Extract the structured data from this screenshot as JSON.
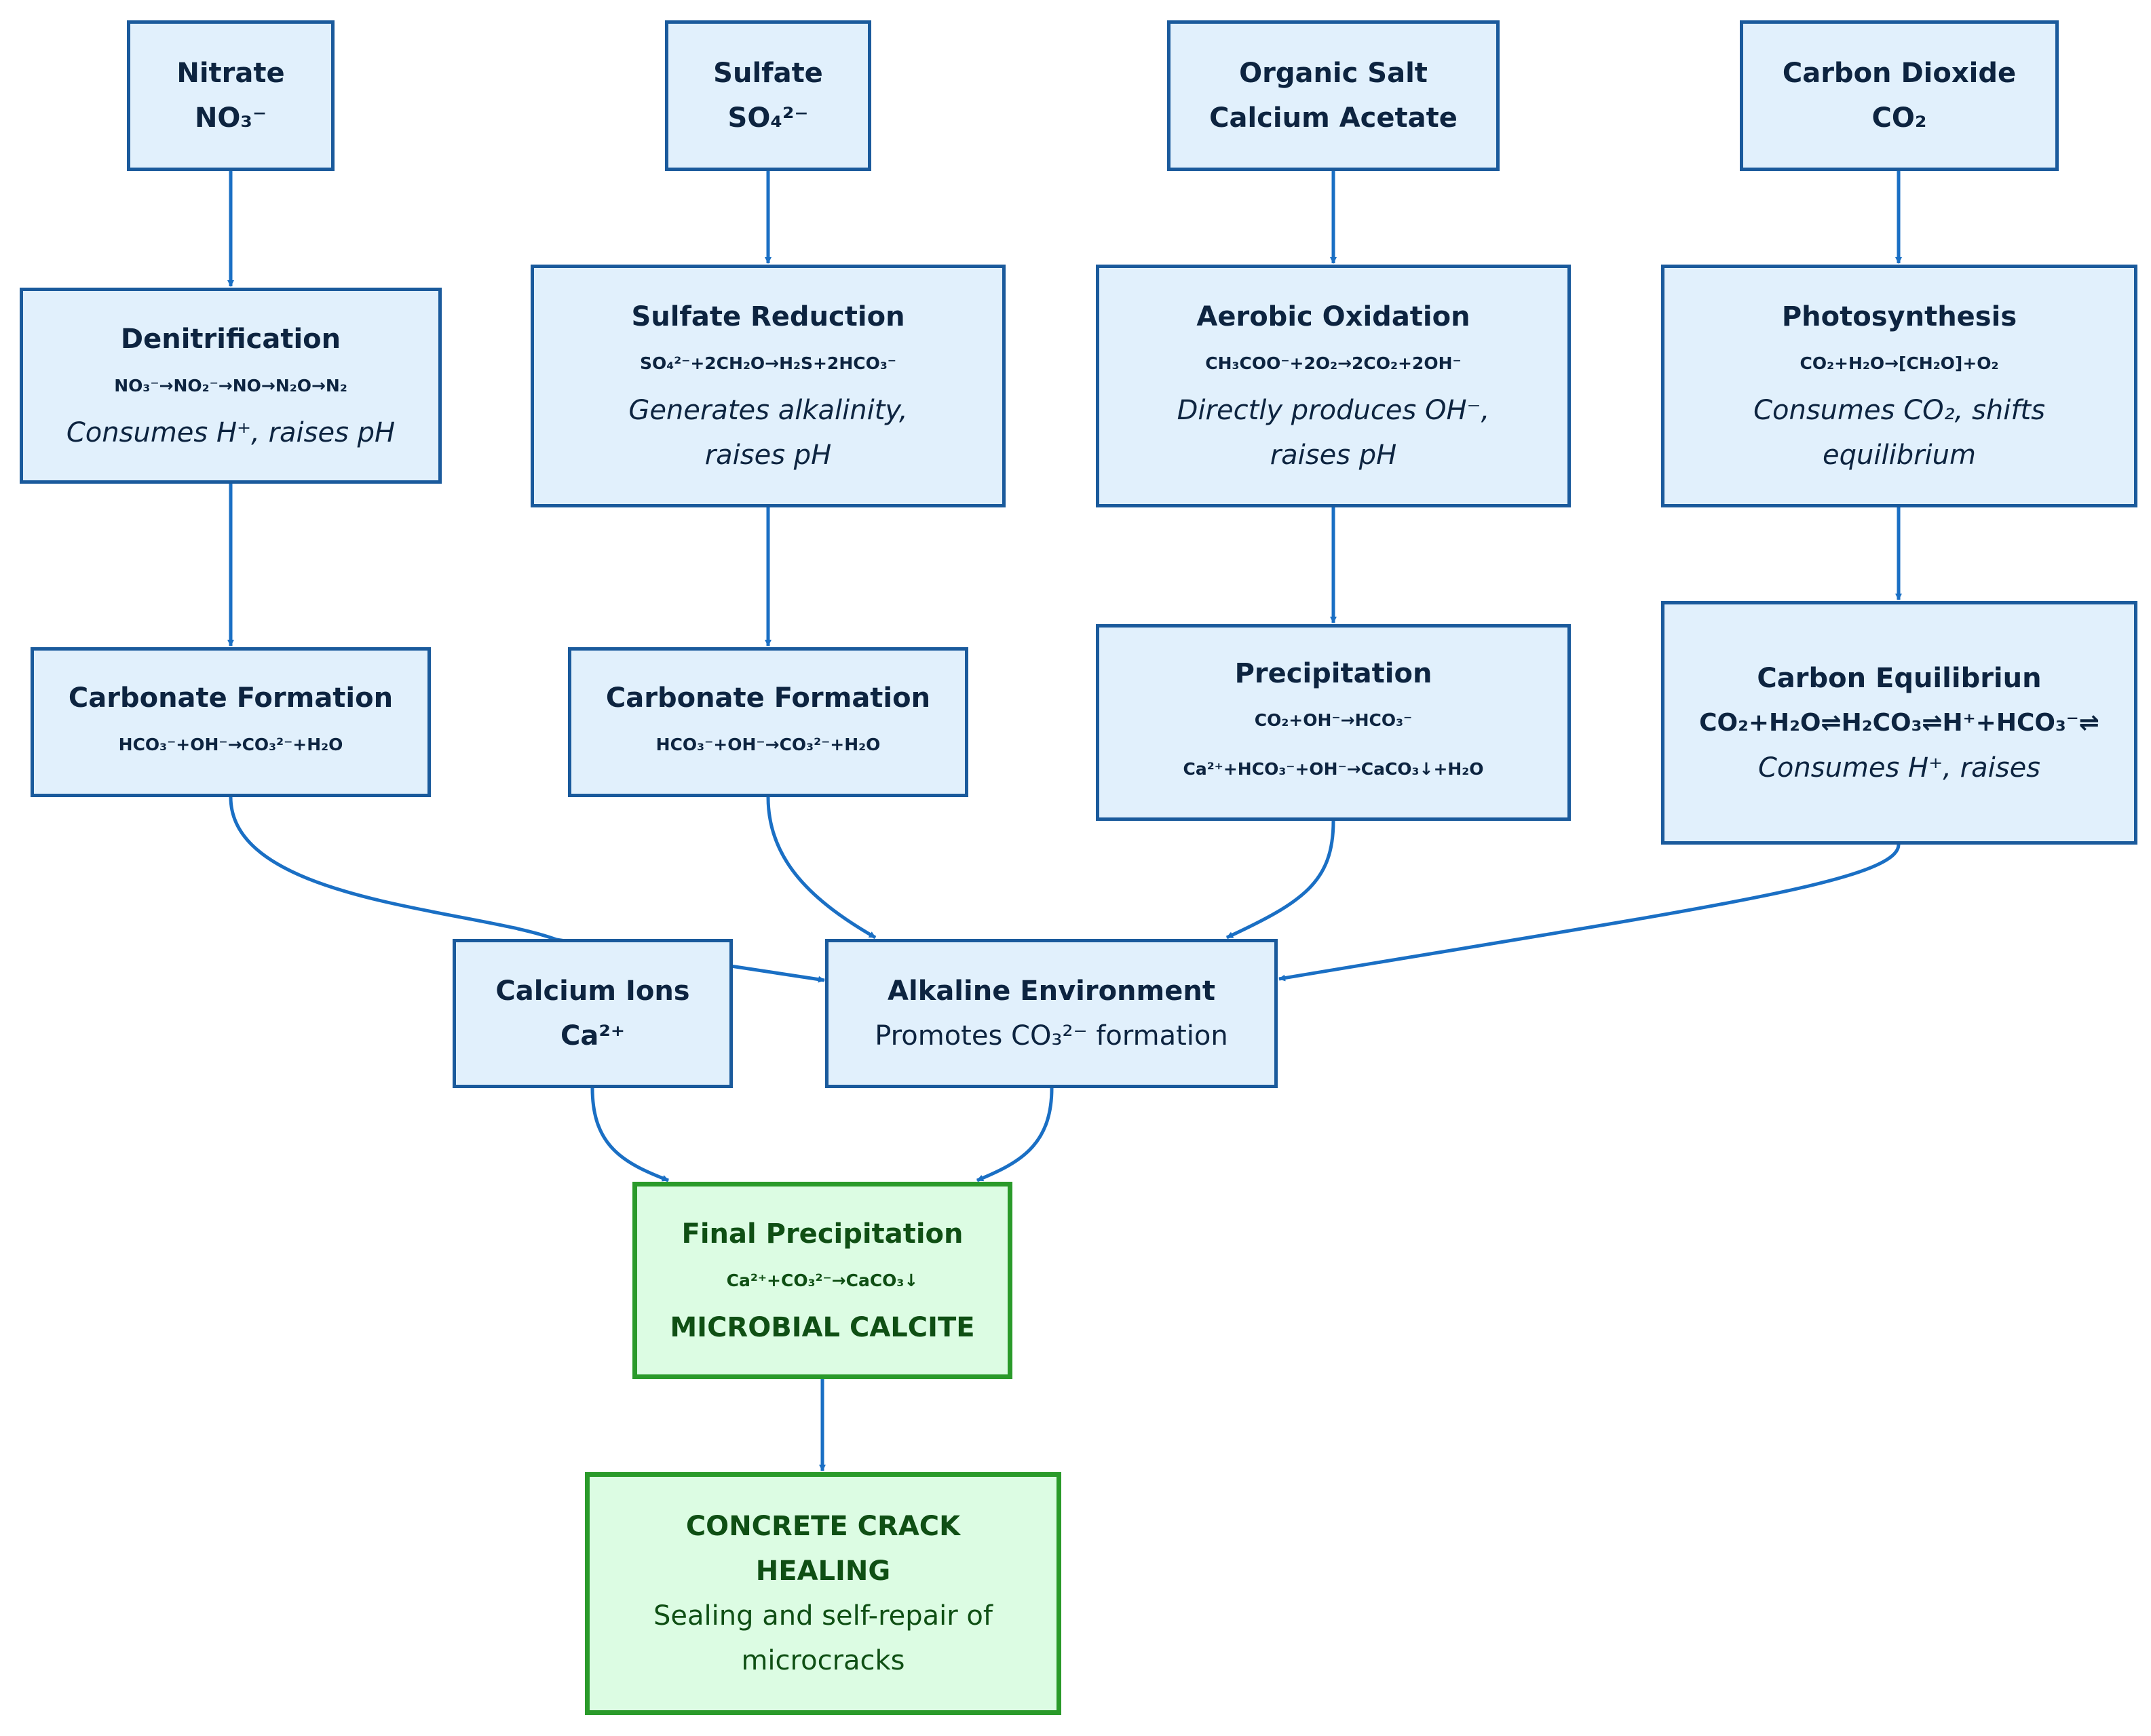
{
  "colors": {
    "edge": "#1a6fc4",
    "node_fill": "#e1f0fc",
    "node_border": "#1a5a9c",
    "final_fill": "#dcfce3",
    "final_border": "#2a9a2a",
    "final_text": "#0f4f14"
  },
  "nodes": {
    "nitrate": {
      "title": "Nitrate",
      "formula": "NO₃⁻"
    },
    "sulfate": {
      "title": "Sulfate",
      "formula": "SO₄²⁻"
    },
    "organic_salt": {
      "title": "Organic Salt",
      "subtitle": "Calcium Acetate"
    },
    "carbon_dioxide": {
      "title": "Carbon Dioxide",
      "formula": "CO₂"
    },
    "denitrification": {
      "title": "Denitrification",
      "equation": "NO₃⁻→NO₂⁻→NO→N₂O→N₂",
      "note": "Consumes H⁺, raises pH"
    },
    "sulfate_reduction": {
      "title": "Sulfate Reduction",
      "equation": "SO₄²⁻+2CH₂O→H₂S+2HCO₃⁻",
      "note_line1": "Generates alkalinity,",
      "note_line2": "raises pH"
    },
    "aerobic_oxidation": {
      "title": "Aerobic Oxidation",
      "equation": "CH₃COO⁻+2O₂→2CO₂+2OH⁻",
      "note_line1": "Directly produces OH⁻,",
      "note_line2": "raises pH"
    },
    "photosynthesis": {
      "title": "Photosynthesis",
      "equation": "CO₂+H₂O→[CH₂O]+O₂",
      "note_line1": "Consumes CO₂, shifts",
      "note_line2": "equilibrium"
    },
    "carbonate_formation_1": {
      "title": "Carbonate Formation",
      "equation": "HCO₃⁻+OH⁻→CO₃²⁻+H₂O"
    },
    "carbonate_formation_2": {
      "title": "Carbonate Formation",
      "equation": "HCO₃⁻+OH⁻→CO₃²⁻+H₂O"
    },
    "precipitation": {
      "title": "Precipitation",
      "equation_line1": "CO₂+OH⁻→HCO₃⁻",
      "equation_line2": "Ca²⁺+HCO₃⁻+OH⁻→CaCO₃↓+H₂O"
    },
    "carbon_equilibrium": {
      "title": "Carbon Equilibriun",
      "equation": "CO₂+H₂O⇌H₂CO₃⇌H⁺+HCO₃⁻⇌",
      "note": "Consumes H⁺, raises"
    },
    "calcium_ions": {
      "title": "Calcium Ions",
      "formula": "Ca²⁺"
    },
    "alkaline_environment": {
      "title": "Alkaline Environment",
      "note": "Promotes CO₃²⁻ formation"
    },
    "final_precipitation": {
      "title": "Final Precipitation",
      "equation": "Ca²⁺+CO₃²⁻→CaCO₃↓",
      "emphasis": "MICROBIAL CALCITE"
    },
    "crack_healing": {
      "title_line1": "CONCRETE CRACK",
      "title_line2": "HEALING",
      "note_line1": "Sealing and self-repair of",
      "note_line2": "microcracks"
    }
  }
}
